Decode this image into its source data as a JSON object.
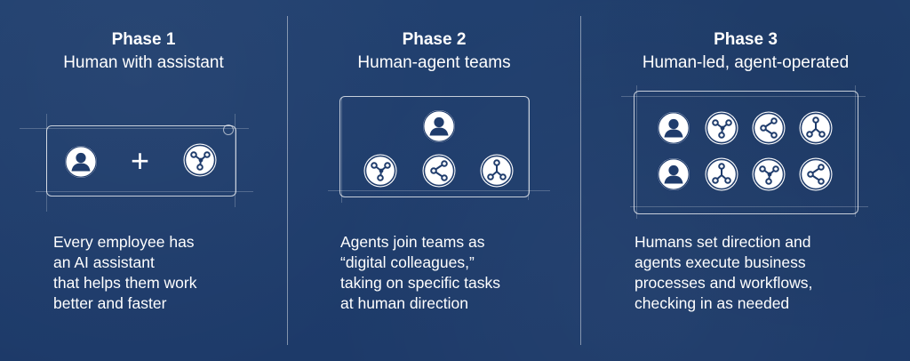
{
  "phases": [
    {
      "title": "Phase 1",
      "subtitle": "Human with assistant",
      "description": "Every employee has\nan AI assistant\nthat helps them work\nbetter and faster"
    },
    {
      "title": "Phase 2",
      "subtitle": "Human-agent teams",
      "description": "Agents join teams as\n“digital colleagues,”\ntaking on specific tasks\nat human direction"
    },
    {
      "title": "Phase 3",
      "subtitle": "Human-led, agent-operated",
      "description": "Humans set direction and\nagents execute business\nprocesses and workflows,\nchecking in as needed"
    }
  ],
  "icons": {
    "human": "person-icon",
    "agent": "agent-network-icon",
    "plus": "+"
  },
  "colors": {
    "background": "#1f3c6c",
    "foreground": "#ffffff",
    "icon_fill": "#ffffff"
  }
}
